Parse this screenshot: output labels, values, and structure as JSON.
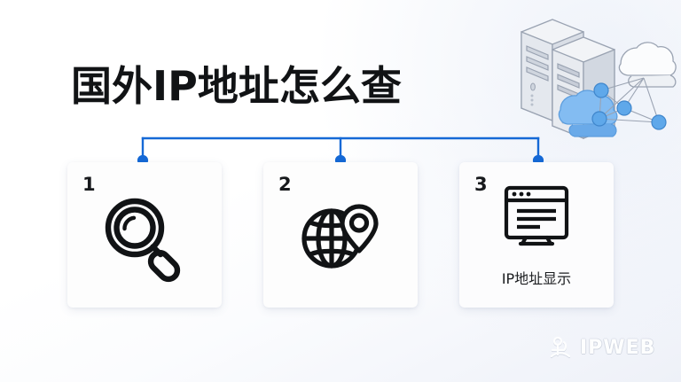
{
  "page": {
    "title": "国外IP地址怎么查",
    "background_top": "#ffffff",
    "background_bottom": "#eef1f8"
  },
  "connector": {
    "color": "#1569d6",
    "node_color": "#1569d6",
    "name": "flow-connector"
  },
  "cards": [
    {
      "number": "1",
      "icon": "magnifier-icon",
      "caption": ""
    },
    {
      "number": "2",
      "icon": "globe-location-pin-icon",
      "caption": ""
    },
    {
      "number": "3",
      "icon": "browser-window-icon",
      "caption": "IP地址显示"
    }
  ],
  "illustration": {
    "name": "server-cloud-network-illustration",
    "server_fill": "#eceff4",
    "server_stroke": "#9aa3b2",
    "cloud_outline_stroke": "#9aa3b2",
    "cloud_blue_fill": "#7cb6ef",
    "node_fill": "#5fa8ea",
    "node_stroke": "#3f86cc",
    "edge_stroke": "#9aa3b2"
  },
  "watermark": {
    "text": "IPWEB",
    "logo": "ipweb-logo-icon",
    "color": "#ffffff"
  }
}
